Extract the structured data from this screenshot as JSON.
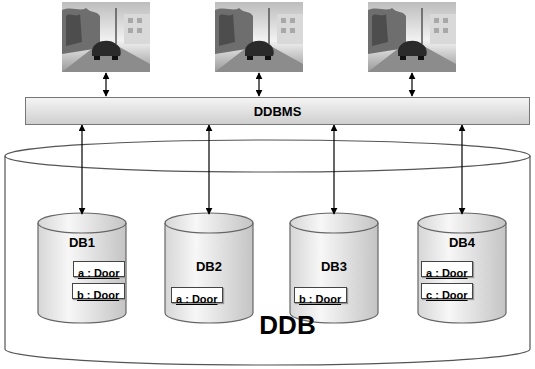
{
  "diagram": {
    "nodes": [
      {
        "text": [
          "DDBMS"
        ]
      },
      {
        "text": [
          "DDB"
        ]
      },
      {
        "text": [
          "DB1"
        ],
        "in": 1
      },
      {
        "text": [
          "a : Door"
        ],
        "in": 2
      },
      {
        "text": [
          "b : Door"
        ],
        "in": 2
      },
      {
        "text": [
          "DB2"
        ],
        "in": 1
      },
      {
        "text": [
          "a : Door"
        ],
        "in": 5
      },
      {
        "text": [
          "DB3"
        ],
        "in": 1
      },
      {
        "text": [
          "b : Door"
        ],
        "in": 7
      },
      {
        "text": [
          "DB4"
        ],
        "in": 1
      },
      {
        "text": [
          "a : Door"
        ],
        "in": 9
      },
      {
        "text": [
          "c : Door"
        ],
        "in": 9
      }
    ],
    "edges": [
      {
        "from": 0,
        "to": 2,
        "arrow": "both"
      },
      {
        "from": 0,
        "to": 5,
        "arrow": "both"
      },
      {
        "from": 0,
        "to": 7,
        "arrow": "both"
      },
      {
        "from": 0,
        "to": 9,
        "arrow": "both"
      }
    ]
  }
}
